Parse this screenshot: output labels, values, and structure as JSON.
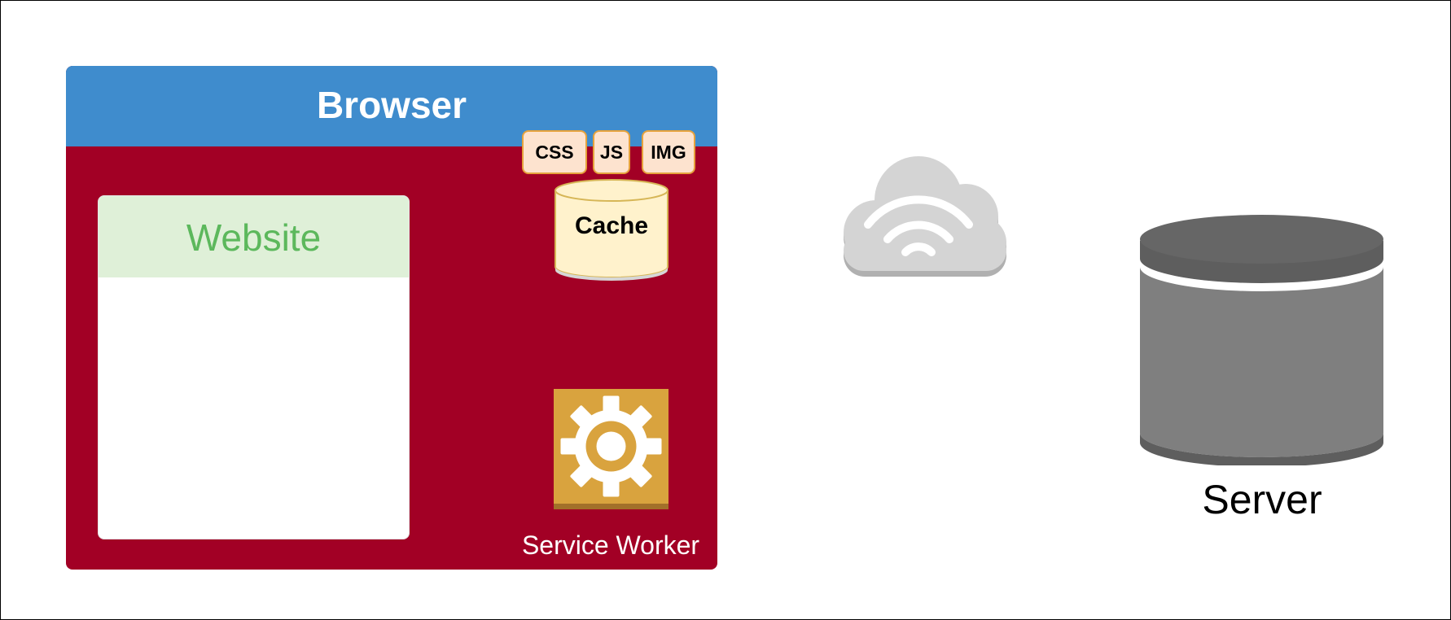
{
  "browser": {
    "title": "Browser"
  },
  "website": {
    "title": "Website"
  },
  "cache": {
    "label": "Cache",
    "files": [
      "CSS",
      "JS",
      "IMG"
    ]
  },
  "service_worker": {
    "label": "Service Worker",
    "icon": "gear-icon"
  },
  "network": {
    "icon": "wifi-cloud-icon"
  },
  "server": {
    "label": "Server",
    "icon": "database-cylinder-icon"
  },
  "colors": {
    "browser_header": "#3f8ccd",
    "browser_body": "#a20025",
    "website_header": "#dff0d8",
    "website_text": "#5cb85c",
    "cache_fill": "#fff2cc",
    "tag_fill": "#fde3cf",
    "tag_border": "#e6a23c",
    "service_worker": "#d9a33e",
    "cloud": "#d4d4d4",
    "server": "#7f7f7f"
  }
}
